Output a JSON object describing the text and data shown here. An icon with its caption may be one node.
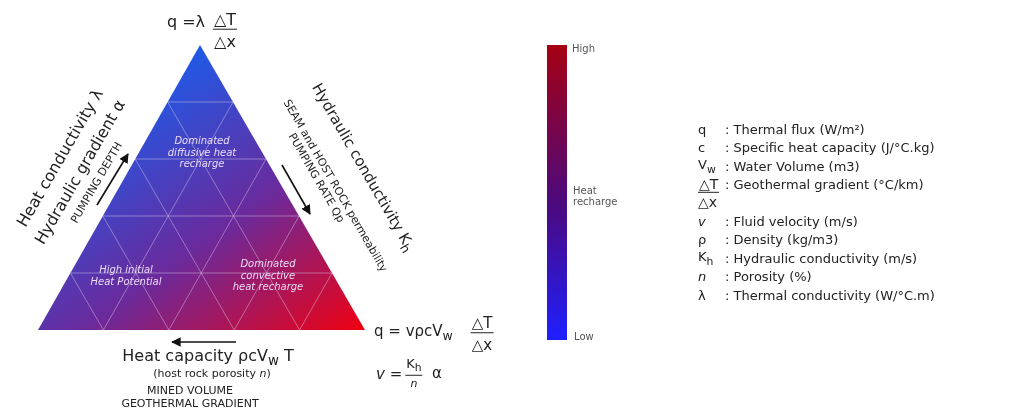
{
  "diagram": {
    "nodes": [
      {
        "text": [
          "Dominated diffusive heat recharge",
          "High initial Heat Potential",
          "Dominated convective heat recharge"
        ]
      },
      {
        "text": [],
        "shape": "bar"
      }
    ],
    "labels": [
      "q =λ",
      "△T",
      "△x",
      "Heat conductivity λ",
      "Hydraulic gradient α",
      "PUMPING DEPTH",
      "Hydraulic conductivity K$_{h}$",
      "SEAM and HOST ROCK permeability",
      "PUMPING RATE Qp",
      "q = vρcV$_{w}$",
      "△T",
      "△x",
      "Heat capacity ρcV$_{w}$ T",
      "(host rock porosity *n*)",
      "MINED VOLUME",
      "GEOTHERMAL GRADIENT",
      "*v* =",
      "K$_{h}$",
      "*n*",
      "α",
      "High",
      "Heat recharge",
      "Low",
      "q",
      ": Thermal flux (W/m²)",
      "c",
      ": Specific heat capacity (J/°C.kg)",
      "V$_{w}$",
      ": Water Volume (m3)",
      "△T",
      ": Geothermal gradient (°C/km)",
      "△x",
      "*v*",
      ": Fluid velocity (m/s)",
      "ρ",
      ": Density (kg/m3)",
      "K$_{h}$",
      ": Hydraulic conductivity (m/s)",
      "*n*",
      ": Porosity (%)",
      "λ",
      ": Thermal conductivity (W/°C.m)"
    ]
  }
}
